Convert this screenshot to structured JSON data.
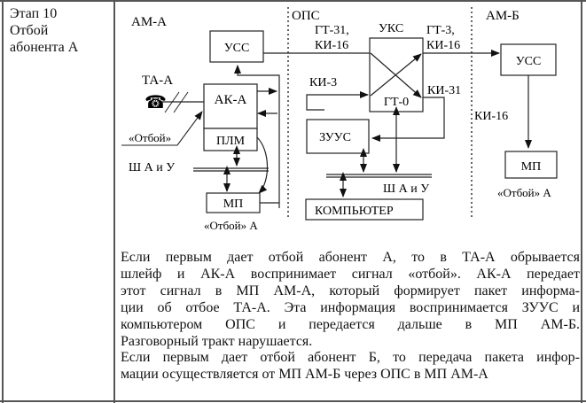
{
  "stage": {
    "lines": [
      "Этап 10",
      "Отбой",
      "абонента А"
    ]
  },
  "diagram": {
    "zones": {
      "am_a": "АМ-А",
      "ops": "ОПС",
      "am_b": "АМ-Б"
    },
    "blocks": {
      "uss_a": "УСС",
      "ak_a": "АК-А",
      "plm": "ПЛМ",
      "mp_a": "МП",
      "uks": "УКС",
      "gt0": "ГТ-0",
      "zuus": "ЗУУС",
      "computer": "КОМПЬЮТЕР",
      "uss_b": "УСС",
      "mp_b": "МП"
    },
    "labels": {
      "ta_a": "ТА-А",
      "otboy_in": "«Отбой»",
      "bus_a": "Ш А и У",
      "bus_ops": "Ш А и У",
      "otboy_a_left": "«Отбой» А",
      "otboy_a_right": "«Отбой» А",
      "gt31": "ГТ-31,",
      "ki16_left": "КИ-16",
      "gt3": "ГТ-3,",
      "ki16_right": "КИ-16",
      "ki3": "КИ-3",
      "ki31": "КИ-31",
      "ki16_b": "КИ-16"
    },
    "icons": {
      "phone": "☎"
    }
  },
  "description": {
    "paragraph1_lines": [
      "Если первым дает отбой абонент А, то в ТА-А обрывается",
      "шлейф и АК-А воспринимает сигнал «отбой». АК-А передает",
      "этот сигнал в МП АМ-А, который формирует пакет информа-",
      "ции об отбое ТА-А. Эта информация воспринимается ЗУУС и",
      "компьютером ОПС и передается дальше в МП АМ-Б.",
      "Разговорный тракт нарушается."
    ],
    "paragraph2_lines": [
      "Если первым дает отбой абонент Б, то передача пакета инфор-",
      "мации осуществляется от МП АМ-Б через ОПС в МП АМ-А"
    ]
  }
}
